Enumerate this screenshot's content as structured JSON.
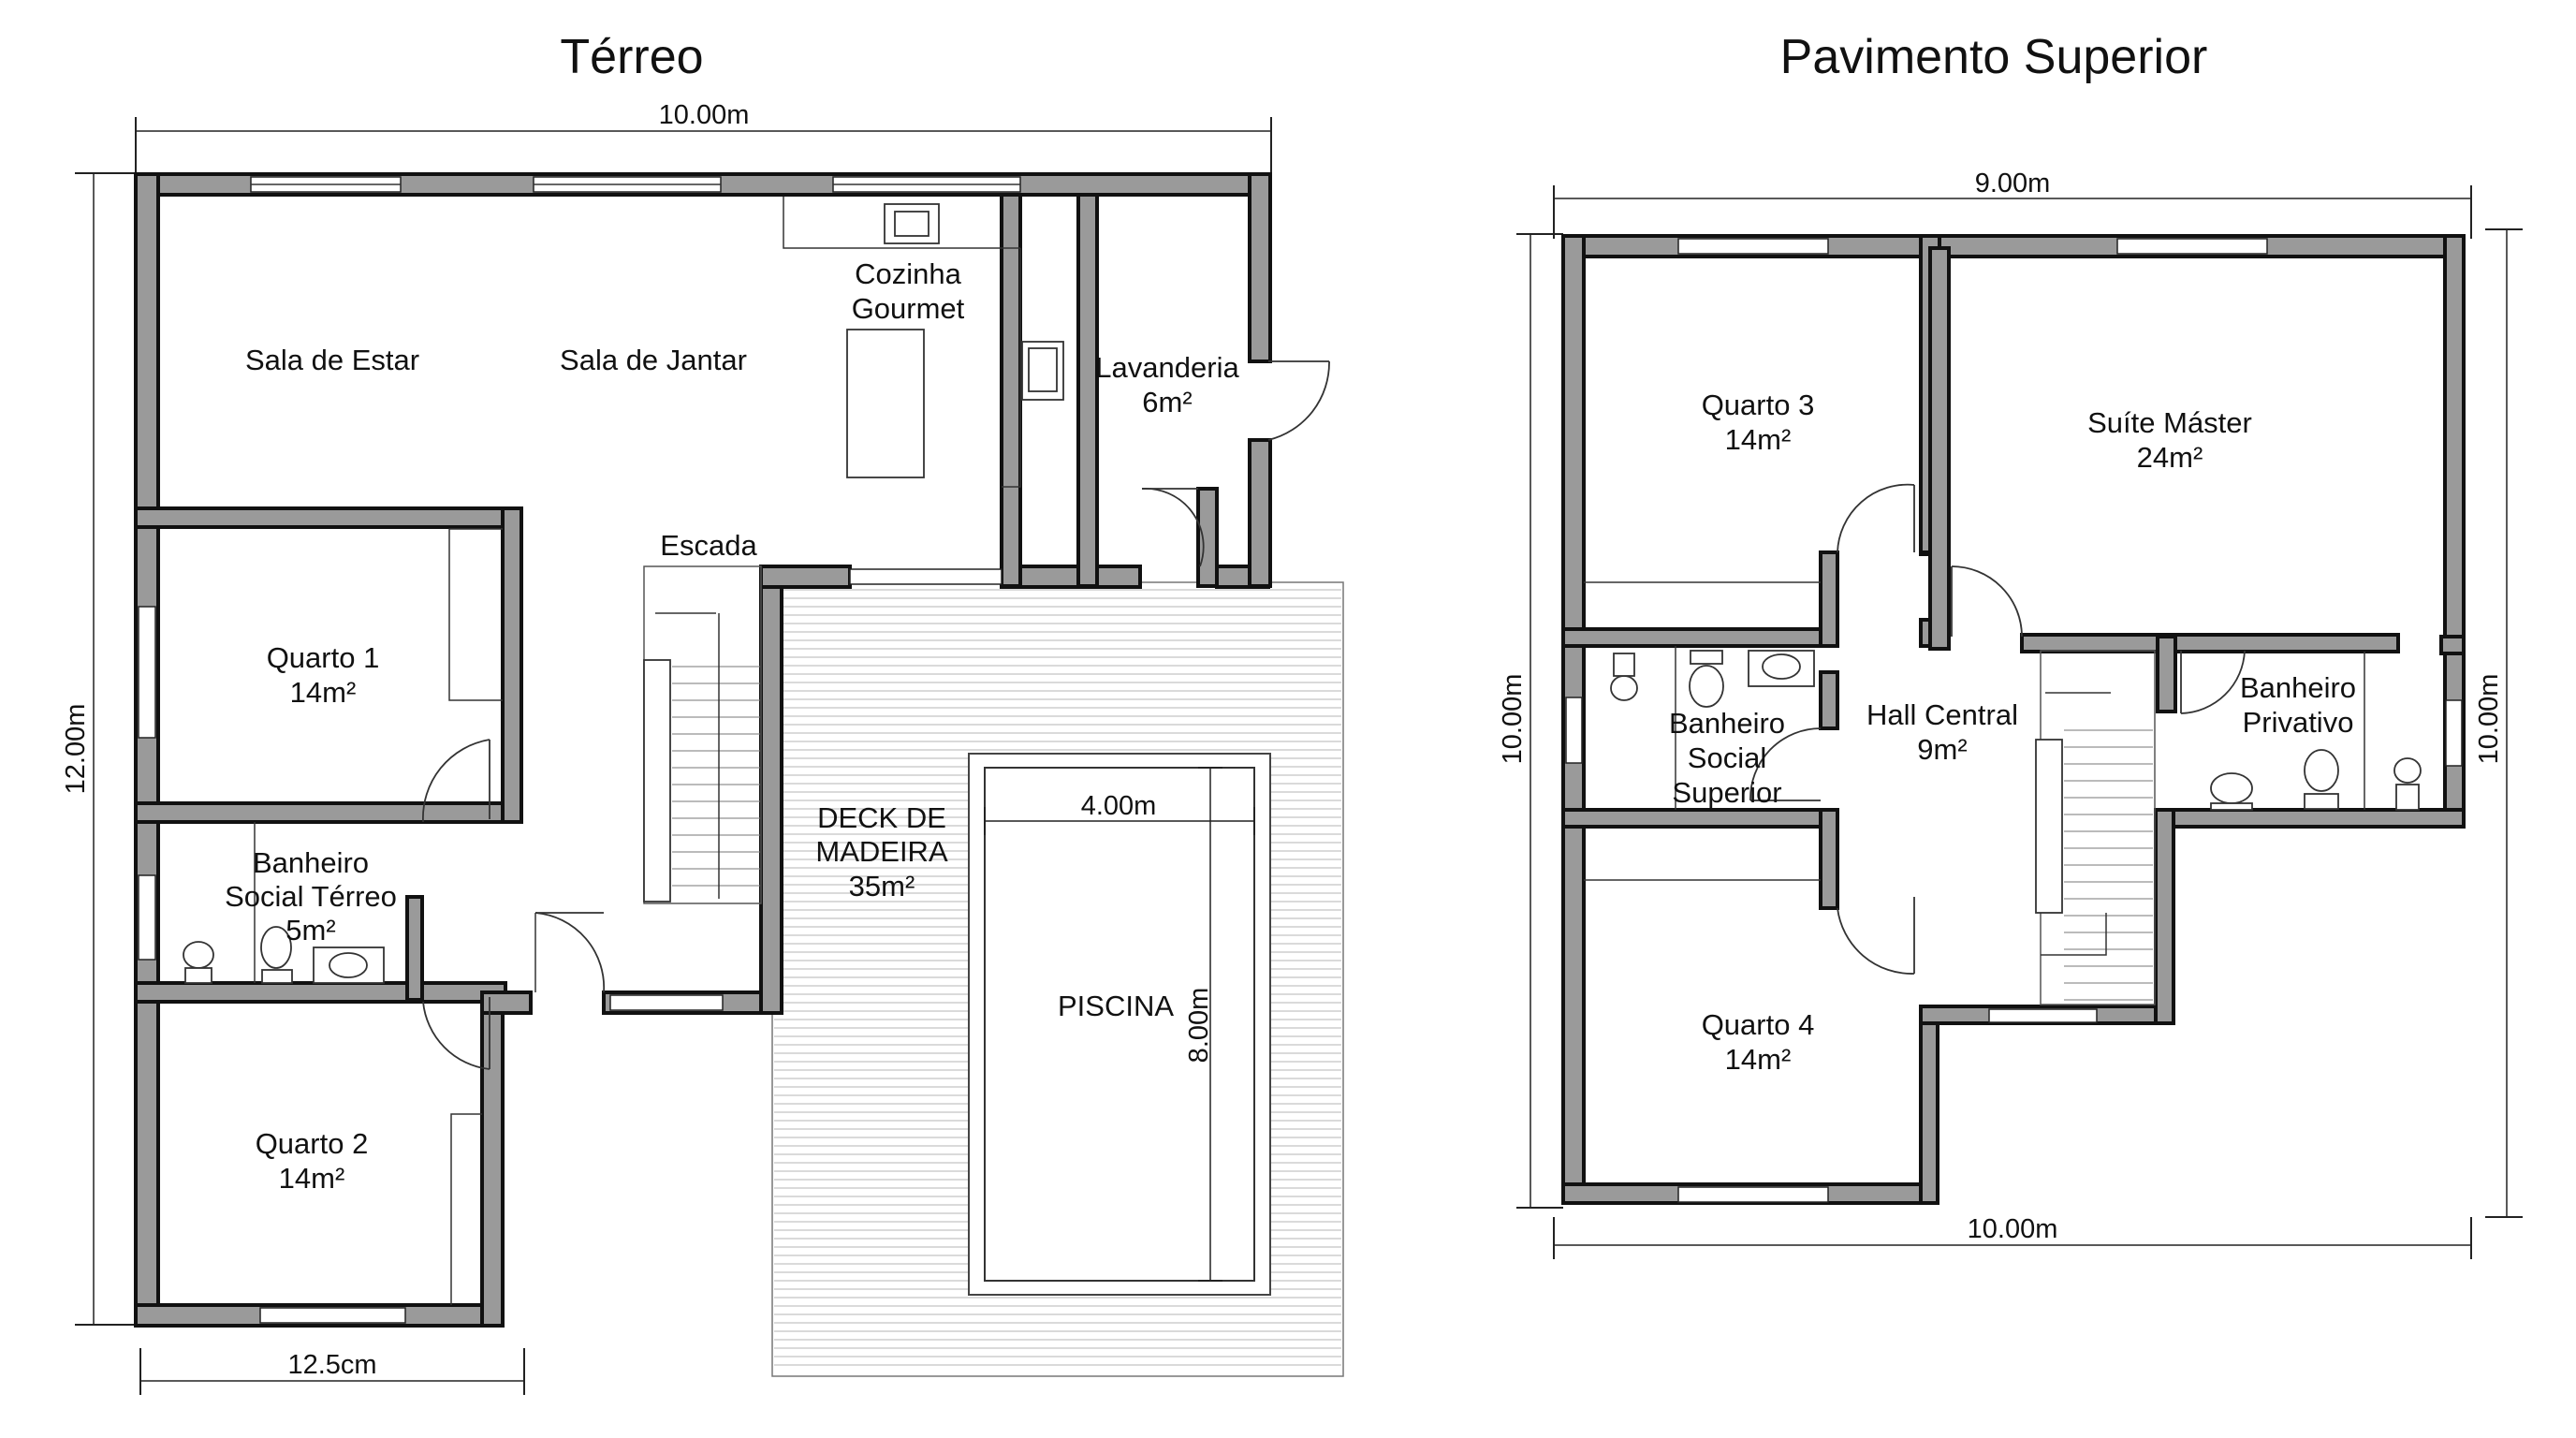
{
  "terreo": {
    "title": "Térreo",
    "dim_top": "10.00m",
    "dim_left": "12.00m",
    "dim_bottom": "12.5cm",
    "rooms": {
      "sala_estar": "Sala de Estar",
      "sala_jantar": "Sala de Jantar",
      "cozinha_l1": "Cozinha",
      "cozinha_l2": "Gourmet",
      "lavanderia_name": "Lavanderia",
      "lavanderia_area": "6m²",
      "escada": "Escada",
      "quarto1_name": "Quarto 1",
      "quarto1_area": "14m²",
      "banheiro_l1": "Banheiro",
      "banheiro_l2": "Social Térreo",
      "banheiro_area": "5m²",
      "quarto2_name": "Quarto 2",
      "quarto2_area": "14m²",
      "deck_l1": "DECK DE",
      "deck_l2": "MADEIRA",
      "deck_area": "35m²",
      "piscina": "PISCINA",
      "piscina_w": "4.00m",
      "piscina_h": "8.00m"
    }
  },
  "superior": {
    "title": "Pavimento Superior",
    "dim_top": "9.00m",
    "dim_left": "10.00m",
    "dim_right": "10.00m",
    "dim_bottom": "10.00m",
    "rooms": {
      "quarto3_name": "Quarto 3",
      "quarto3_area": "14m²",
      "suite_name": "Suíte Máster",
      "suite_area": "24m²",
      "banheiro_social_l1": "Banheiro",
      "banheiro_social_l2": "Social",
      "banheiro_social_l3": "Superior",
      "hall_name": "Hall Central",
      "hall_area": "9m²",
      "banheiro_priv_l1": "Banheiro",
      "banheiro_priv_l2": "Privativo",
      "quarto4_name": "Quarto 4",
      "quarto4_area": "14m²"
    }
  }
}
